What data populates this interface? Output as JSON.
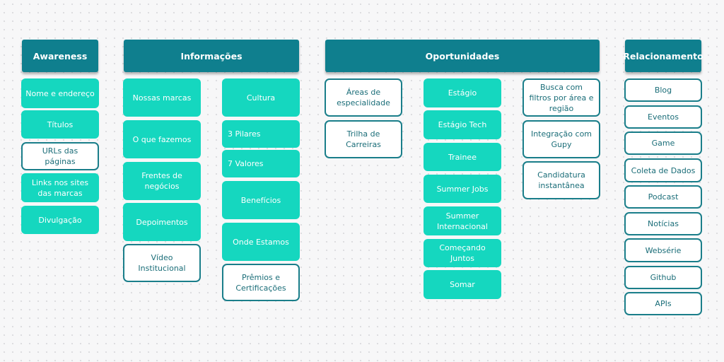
{
  "awareness": {
    "header": "Awareness",
    "items": [
      "Nome e endereço",
      "Títulos",
      "URLs das páginas",
      "Links nos sites das marcas",
      "Divulgação"
    ]
  },
  "informacoes": {
    "header": "Informações",
    "col1": [
      "Nossas marcas",
      "O que fazemos",
      "Frentes de negócios",
      "Depoimentos",
      "Vídeo Institucional"
    ],
    "col2": [
      "Cultura",
      "3 Pilares",
      "7 Valores",
      "Benefícios",
      "Onde Estamos",
      "Prêmios e Certificações"
    ]
  },
  "oportunidades": {
    "header": "Oportunidades",
    "col1": [
      "Áreas de especialidade",
      "Trilha de Carreiras"
    ],
    "col2": [
      "Estágio",
      "Estágio Tech",
      "Trainee",
      "Summer Jobs",
      "Summer Internacional",
      "Começando Juntos",
      "Somar"
    ],
    "col3": [
      "Busca com filtros por área e região",
      "Integração com Gupy",
      "Candidatura instantânea"
    ]
  },
  "relacionamento": {
    "header": "Relacionamento",
    "items": [
      "Blog",
      "Eventos",
      "Game",
      "Coleta de Dados",
      "Podcast",
      "Notícias",
      "Websérie",
      "Github",
      "APIs"
    ]
  },
  "colors": {
    "header": "#0f7f8e",
    "filled": "#15d7bf",
    "outline": "#1a7e8a"
  }
}
